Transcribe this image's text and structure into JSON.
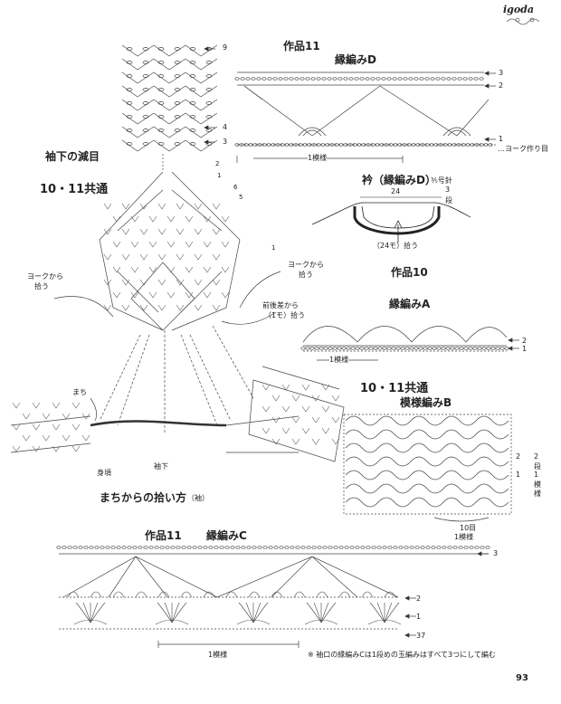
{
  "brand": "igoda",
  "page_number": "93",
  "work11_top": {
    "title": "作品11",
    "pattern": "縁編みD",
    "rows": [
      "3",
      "2",
      "1"
    ],
    "base_label": "…ヨーク作り目",
    "repeat": "1模様"
  },
  "sleeve": {
    "title": "袖下の減目",
    "shared": "10・11共通",
    "rows_top": [
      "9",
      "4",
      "3"
    ],
    "rows_side": [
      "2",
      "1",
      "6",
      "5",
      "1"
    ],
    "pickup_left": [
      "ヨークから",
      "拾う"
    ],
    "pickup_right": [
      "ヨークから",
      "拾う"
    ],
    "front_back": [
      "前後差から",
      "（1モ）拾う"
    ],
    "gusset": "まち",
    "body": "身頃",
    "underarm": "袖下",
    "caption_main": "まちからの拾い方",
    "caption_sub": "（袖）"
  },
  "collar": {
    "title": "衿（縁編みD）",
    "needle": "⅗号針",
    "width": "24",
    "rows": "3",
    "rows_unit": "段",
    "pickup": "（24モ）拾う"
  },
  "work10": {
    "title": "作品10"
  },
  "edge_a": {
    "title": "縁編みA",
    "rows": [
      "2",
      "1"
    ],
    "repeat": "1模様"
  },
  "pattern_b": {
    "shared": "10・11共通",
    "title": "模様編みB",
    "rows": [
      "2",
      "1"
    ],
    "repeat_rows": [
      "2",
      "段",
      "1",
      "模",
      "様"
    ],
    "stitches": "10目",
    "repeat": "1模様"
  },
  "work11_bottom": {
    "title": "作品11",
    "pattern": "縁編みC",
    "rows": [
      "3",
      "2",
      "1",
      "37"
    ],
    "repeat": "1模様",
    "note": "※ 袖口の縁編みCは1段めの玉編みはすべて3つにして編む"
  }
}
